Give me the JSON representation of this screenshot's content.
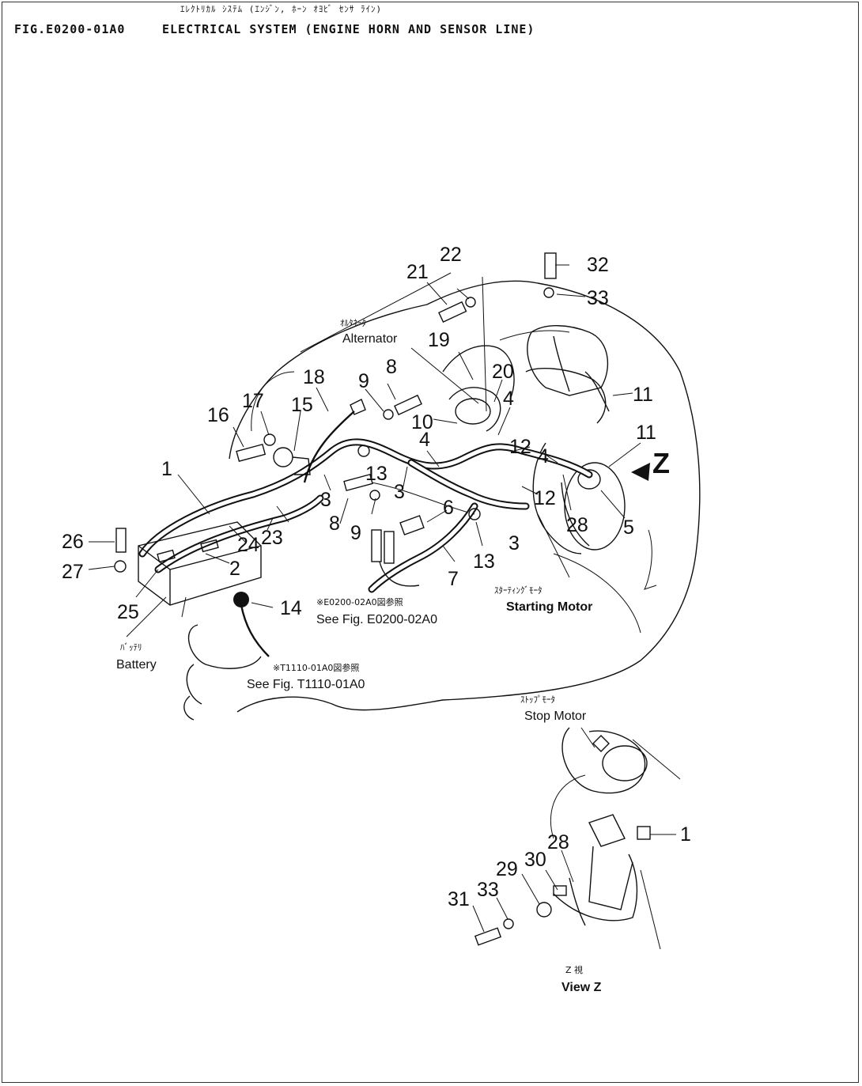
{
  "header": {
    "jp_title": "ｴﾚｸﾄﾘｶﾙ ｼｽﾃﾑ (ｴﾝｼﾞﾝ, ﾎｰﾝ ｵﾖﾋﾞ ｾﾝｻ ﾗｲﾝ)",
    "fig_code": "FIG.E0200-01A0",
    "title": "ELECTRICAL SYSTEM (ENGINE HORN AND SENSOR LINE)"
  },
  "labels": {
    "alternator_jp": "ｵﾙﾀﾈｰﾀ",
    "alternator": "Alternator",
    "starting_motor_jp": "ｽﾀｰﾃｨﾝｸﾞﾓｰﾀ",
    "starting_motor": "Starting Motor",
    "battery_jp": "ﾊﾞｯﾃﾘ",
    "battery": "Battery",
    "ref_e0200_jp": "※E0200-02A0図参照",
    "ref_e0200": "See Fig. E0200-02A0",
    "ref_t1110_jp": "※T1110-01A0図参照",
    "ref_t1110": "See Fig. T1110-01A0",
    "stop_motor_jp": "ｽﾄｯﾌﾟﾓｰﾀ",
    "stop_motor": "Stop Motor",
    "view_z_jp": "Z 視",
    "view_z": "View Z",
    "z_arrow": "Z"
  },
  "callouts": {
    "c1": "1",
    "c2": "2",
    "c3": "3",
    "c4": "4",
    "c5": "5",
    "c6": "6",
    "c7": "7",
    "c8": "8",
    "c9": "9",
    "c10": "10",
    "c11": "11",
    "c12": "12",
    "c13": "13",
    "c14": "14",
    "c15": "15",
    "c16": "16",
    "c17": "17",
    "c18": "18",
    "c19": "19",
    "c20": "20",
    "c21": "21",
    "c22": "22",
    "c23": "23",
    "c24": "24",
    "c25": "25",
    "c26": "26",
    "c27": "27",
    "c28": "28",
    "c29": "29",
    "c30": "30",
    "c31": "31",
    "c32": "32",
    "c33": "33"
  }
}
